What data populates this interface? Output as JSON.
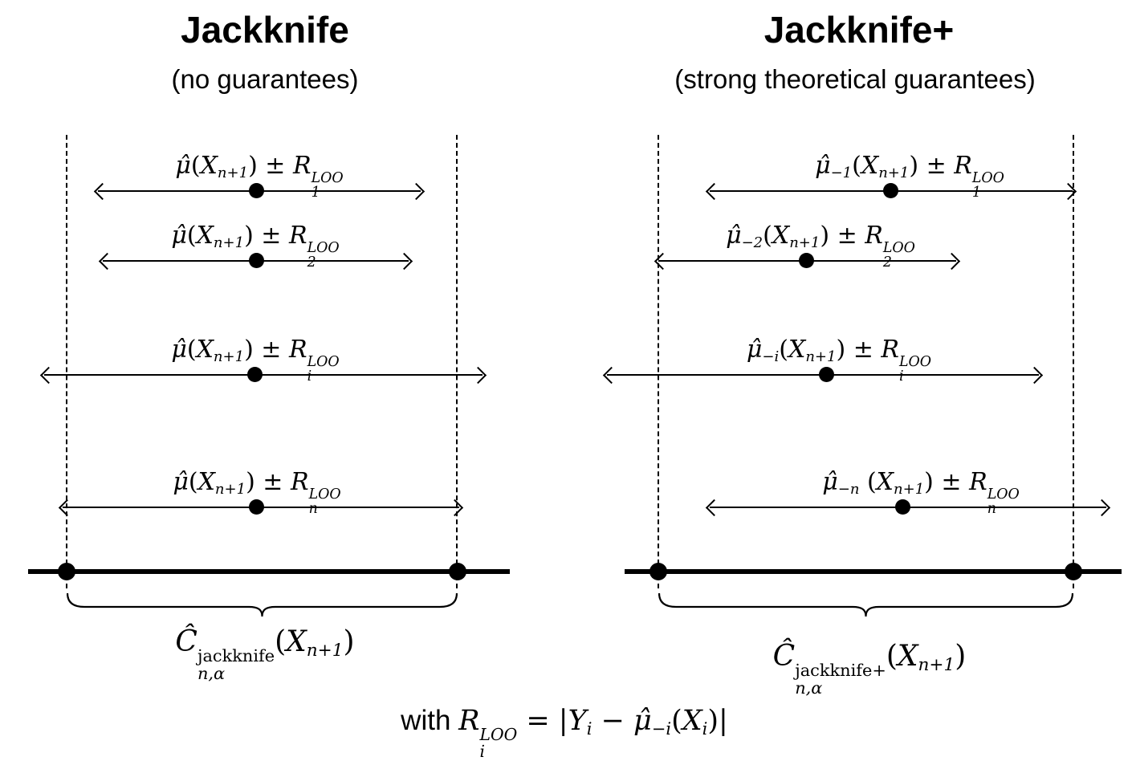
{
  "colors": {
    "ink": "#000000",
    "background": "#ffffff"
  },
  "left_panel": {
    "title": "Jackknife",
    "subtitle": "(no guarantees)",
    "intervals": [
      {
        "formula": [
          [
            "i",
            "μ̂"
          ],
          [
            "t",
            "("
          ],
          [
            "i",
            "X"
          ],
          [
            "sub",
            "n+1"
          ],
          [
            "t",
            ") ± "
          ],
          [
            "i",
            "R"
          ],
          [
            "ss",
            "1",
            "LOO"
          ]
        ]
      },
      {
        "formula": [
          [
            "i",
            "μ̂"
          ],
          [
            "t",
            "("
          ],
          [
            "i",
            "X"
          ],
          [
            "sub",
            "n+1"
          ],
          [
            "t",
            ") ± "
          ],
          [
            "i",
            "R"
          ],
          [
            "ss",
            "2",
            "LOO"
          ]
        ]
      },
      {
        "formula": [
          [
            "i",
            "μ̂"
          ],
          [
            "t",
            "("
          ],
          [
            "i",
            "X"
          ],
          [
            "sub",
            "n+1"
          ],
          [
            "t",
            ") ± "
          ],
          [
            "i",
            "R"
          ],
          [
            "ss",
            "i",
            "LOO"
          ]
        ]
      },
      {
        "formula": [
          [
            "i",
            "μ̂"
          ],
          [
            "t",
            "("
          ],
          [
            "i",
            "X"
          ],
          [
            "sub",
            "n+1"
          ],
          [
            "t",
            ") ± "
          ],
          [
            "i",
            "R"
          ],
          [
            "ss",
            "n",
            "LOO"
          ]
        ]
      }
    ],
    "coverage_formula": [
      [
        "i",
        "Ĉ"
      ],
      [
        "ss",
        "n,α",
        "jackknife",
        "r"
      ],
      [
        "t",
        "("
      ],
      [
        "i",
        "X"
      ],
      [
        "sub",
        "n+1"
      ],
      [
        "t",
        ")"
      ]
    ]
  },
  "right_panel": {
    "title": "Jackknife+",
    "subtitle": "(strong theoretical guarantees)",
    "intervals": [
      {
        "formula": [
          [
            "i",
            "μ̂"
          ],
          [
            "sub",
            "−1"
          ],
          [
            "t",
            "("
          ],
          [
            "i",
            "X"
          ],
          [
            "sub",
            "n+1"
          ],
          [
            "t",
            ") ± "
          ],
          [
            "i",
            "R"
          ],
          [
            "ss",
            "1",
            "LOO"
          ]
        ]
      },
      {
        "formula": [
          [
            "i",
            "μ̂"
          ],
          [
            "sub",
            "−2"
          ],
          [
            "t",
            "("
          ],
          [
            "i",
            "X"
          ],
          [
            "sub",
            "n+1"
          ],
          [
            "t",
            ") ± "
          ],
          [
            "i",
            "R"
          ],
          [
            "ss",
            "2",
            "LOO"
          ]
        ]
      },
      {
        "formula": [
          [
            "i",
            "μ̂"
          ],
          [
            "sub",
            "−i"
          ],
          [
            "t",
            "("
          ],
          [
            "i",
            "X"
          ],
          [
            "sub",
            "n+1"
          ],
          [
            "t",
            ") ± "
          ],
          [
            "i",
            "R"
          ],
          [
            "ss",
            "i",
            "LOO"
          ]
        ]
      },
      {
        "formula": [
          [
            "i",
            "μ̂"
          ],
          [
            "sub",
            "−n"
          ],
          [
            "t",
            " ("
          ],
          [
            "i",
            "X"
          ],
          [
            "sub",
            "n+1"
          ],
          [
            "t",
            ") ± "
          ],
          [
            "i",
            "R"
          ],
          [
            "ss",
            "n",
            "LOO"
          ]
        ]
      }
    ],
    "coverage_formula": [
      [
        "i",
        "Ĉ"
      ],
      [
        "ss",
        "n,α",
        "jackknife+",
        "r"
      ],
      [
        "t",
        "("
      ],
      [
        "i",
        "X"
      ],
      [
        "sub",
        "n+1"
      ],
      [
        "t",
        ")"
      ]
    ]
  },
  "footer": {
    "formula": [
      [
        "s",
        "with "
      ],
      [
        "i",
        "R"
      ],
      [
        "ss",
        "i",
        "LOO"
      ],
      [
        "t",
        " = |"
      ],
      [
        "i",
        "Y"
      ],
      [
        "sub",
        "i"
      ],
      [
        "t",
        " − "
      ],
      [
        "i",
        "μ̂"
      ],
      [
        "sub",
        "−i"
      ],
      [
        "t",
        "("
      ],
      [
        "i",
        "X"
      ],
      [
        "sub",
        "i"
      ],
      [
        "t",
        ")|"
      ]
    ]
  }
}
